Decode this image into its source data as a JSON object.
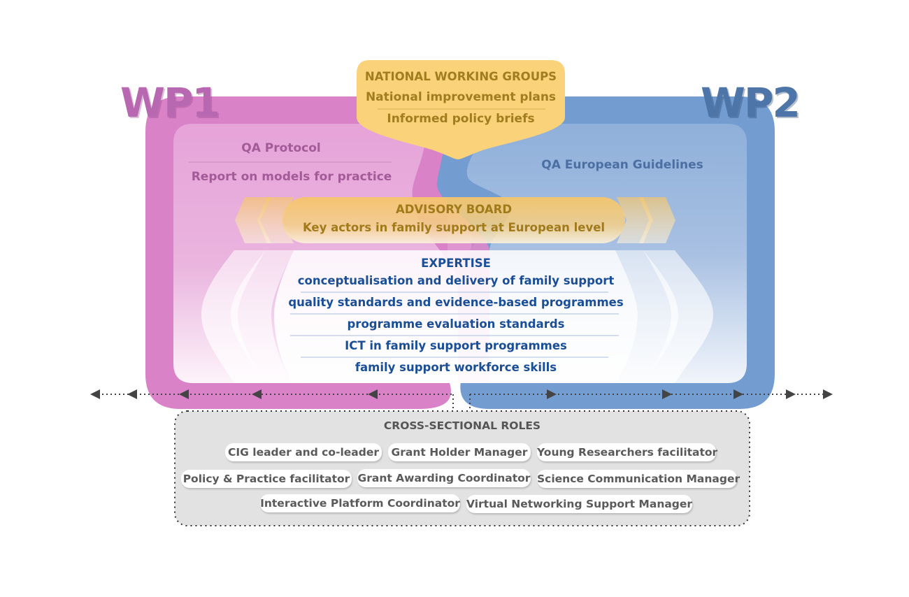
{
  "wp1": {
    "label": "WP1",
    "items": [
      "QA Protocol",
      "Report on models for practice"
    ],
    "color": "#d982c8"
  },
  "wp2": {
    "label": "WP2",
    "items": [
      "QA European Guidelines"
    ],
    "color": "#739dd0"
  },
  "national_working_groups": {
    "title": "NATIONAL WORKING GROUPS",
    "items": [
      "National improvement plans",
      "Informed policy briefs"
    ],
    "color": "#f9d27a"
  },
  "advisory_board": {
    "title": "ADVISORY BOARD",
    "subtitle": "Key actors in family support at European level",
    "color": "#f5c56a"
  },
  "expertise": {
    "title": "EXPERTISE",
    "items": [
      "conceptualisation and delivery of family support",
      "quality standards and evidence-based programmes",
      "programme evaluation standards",
      "ICT in family support programmes",
      "family support workforce skills"
    ],
    "color": "#1a4f98"
  },
  "cross_sectional_roles": {
    "title": "CROSS-SECTIONAL ROLES",
    "rows": [
      [
        "CIG leader and co-leader",
        "Grant Holder Manager",
        "Young Researchers facilitator"
      ],
      [
        "Policy & Practice facilitator",
        "Grant Awarding Coordinator",
        "Science Communication Manager"
      ],
      [
        "Interactive Platform Coordinator",
        "Virtual Networking Support Manager"
      ]
    ]
  },
  "flow": {
    "left_arrow_icon": "arrow-left-icon",
    "right_arrow_icon": "arrow-right-icon"
  }
}
